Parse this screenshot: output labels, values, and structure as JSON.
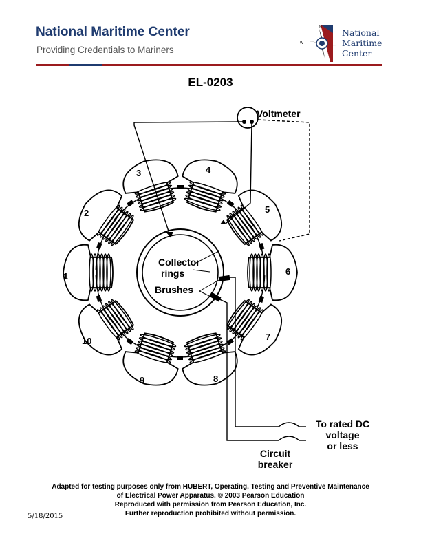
{
  "header": {
    "title": "National Maritime Center",
    "subtitle": "Providing Credentials to Mariners",
    "logo_lines": [
      "National",
      "Maritime",
      "Center"
    ],
    "colors": {
      "navy": "#1f3b6f",
      "red": "#9b1b1e"
    }
  },
  "document": {
    "id": "EL-0203"
  },
  "diagram": {
    "voltmeter_label": "Voltmeter",
    "collector_label_lines": [
      "Collector",
      "rings"
    ],
    "brushes_label": "Brushes",
    "poles": [
      "1",
      "2",
      "3",
      "4",
      "5",
      "6",
      "7",
      "8",
      "9",
      "10"
    ],
    "supply_label_lines": [
      "To rated DC",
      "voltage",
      "or less"
    ],
    "breaker_label_lines": [
      "Circuit",
      "breaker"
    ]
  },
  "footer": {
    "lines": [
      "Adapted for testing purposes only from HUBERT, Operating, Testing and Preventive Maintenance",
      "of Electrical Power Apparatus. © 2003 Pearson Education",
      "Reproduced with permission from Pearson Education, Inc.",
      "Further reproduction prohibited without permission."
    ],
    "date": "5/18/2015"
  }
}
